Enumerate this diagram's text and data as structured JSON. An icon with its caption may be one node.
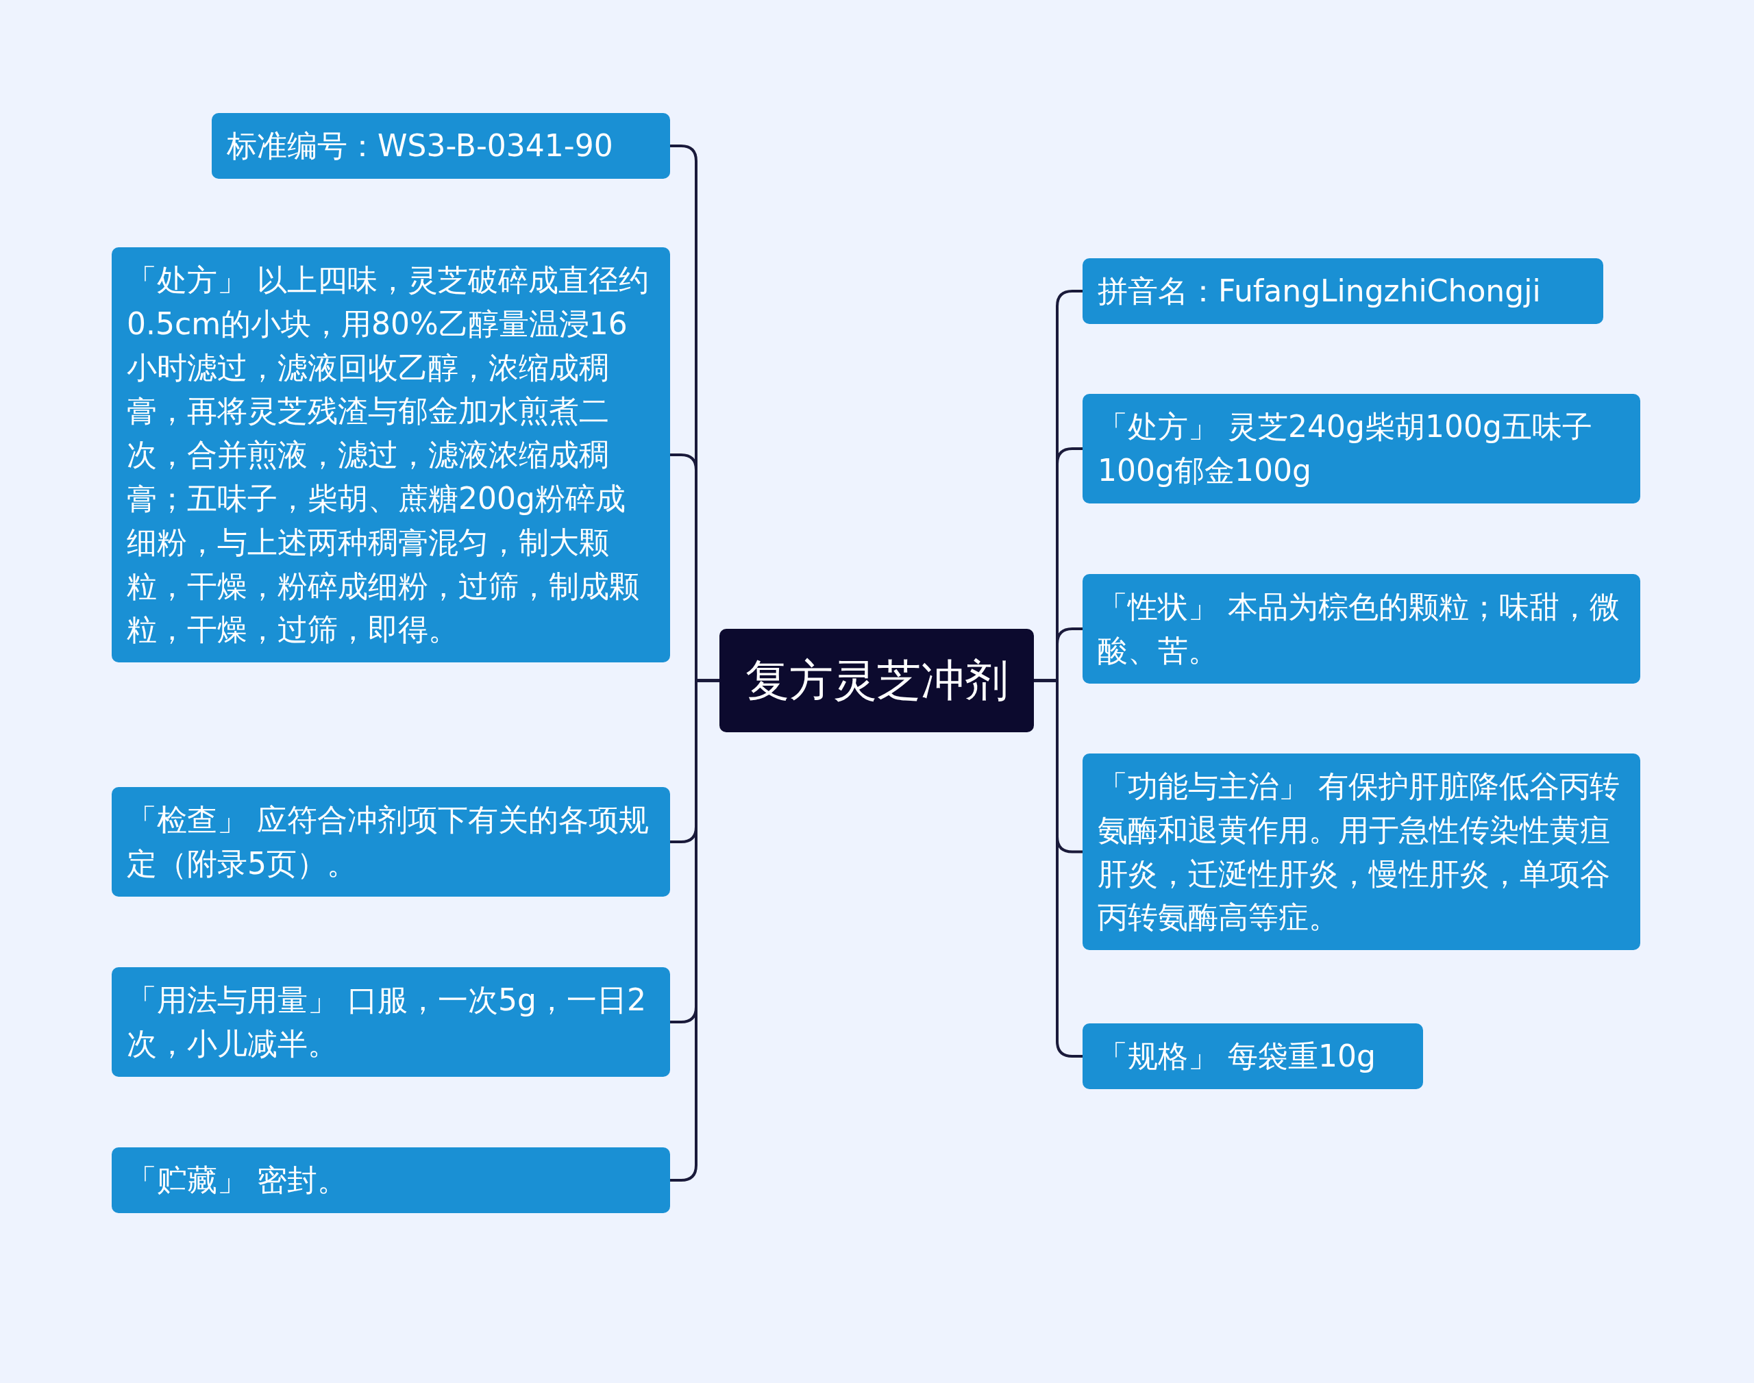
{
  "diagram": {
    "nodes": [
      {
        "text": [
          "复方灵芝冲剂"
        ]
      },
      {
        "text": [
          "标准编号：WS3-B-0341-90"
        ]
      },
      {
        "text": [
          "「处方」 以上四味，灵芝破碎成直径约0.5cm的小块，用80%乙醇量温浸16小时滤过，滤液回收乙醇，浓缩成稠膏，再将灵芝残渣与郁金加水煎煮二次，合并煎液，滤过，滤液浓缩成稠膏；五味子，柴胡、蔗糖200g粉碎成细粉，与上述两种稠膏混匀，制大颗粒，干燥，粉碎成细粉，过筛，制成颗粒，干燥，过筛，即得。"
        ]
      },
      {
        "text": [
          "「检查」 应符合冲剂项下有关的各项规定（附录5页）。"
        ]
      },
      {
        "text": [
          "「用法与用量」 口服，一次5g，一日2次，小儿减半。"
        ]
      },
      {
        "text": [
          "「贮藏」 密封。"
        ]
      },
      {
        "text": [
          "拼音名：FufangLingzhiChongji"
        ]
      },
      {
        "text": [
          "「处方」 灵芝240g柴胡100g五味子100g郁金100g"
        ]
      },
      {
        "text": [
          "「性状」 本品为棕色的颗粒；味甜，微酸、苦。"
        ]
      },
      {
        "text": [
          "「功能与主治」 有保护肝脏降低谷丙转氨酶和退黄作用。用于急性传染性黄疸肝炎，迁涎性肝炎，慢性肝炎，单项谷丙转氨酶高等症。"
        ]
      },
      {
        "text": [
          "「规格」 每袋重10g"
        ]
      }
    ],
    "edges": [
      {
        "from": 0,
        "to": 1,
        "arrow": "none"
      },
      {
        "from": 0,
        "to": 2,
        "arrow": "none"
      },
      {
        "from": 0,
        "to": 3,
        "arrow": "none"
      },
      {
        "from": 0,
        "to": 4,
        "arrow": "none"
      },
      {
        "from": 0,
        "to": 5,
        "arrow": "none"
      },
      {
        "from": 0,
        "to": 6,
        "arrow": "none"
      },
      {
        "from": 0,
        "to": 7,
        "arrow": "none"
      },
      {
        "from": 0,
        "to": 8,
        "arrow": "none"
      },
      {
        "from": 0,
        "to": 9,
        "arrow": "none"
      },
      {
        "from": 0,
        "to": 10,
        "arrow": "none"
      }
    ]
  }
}
